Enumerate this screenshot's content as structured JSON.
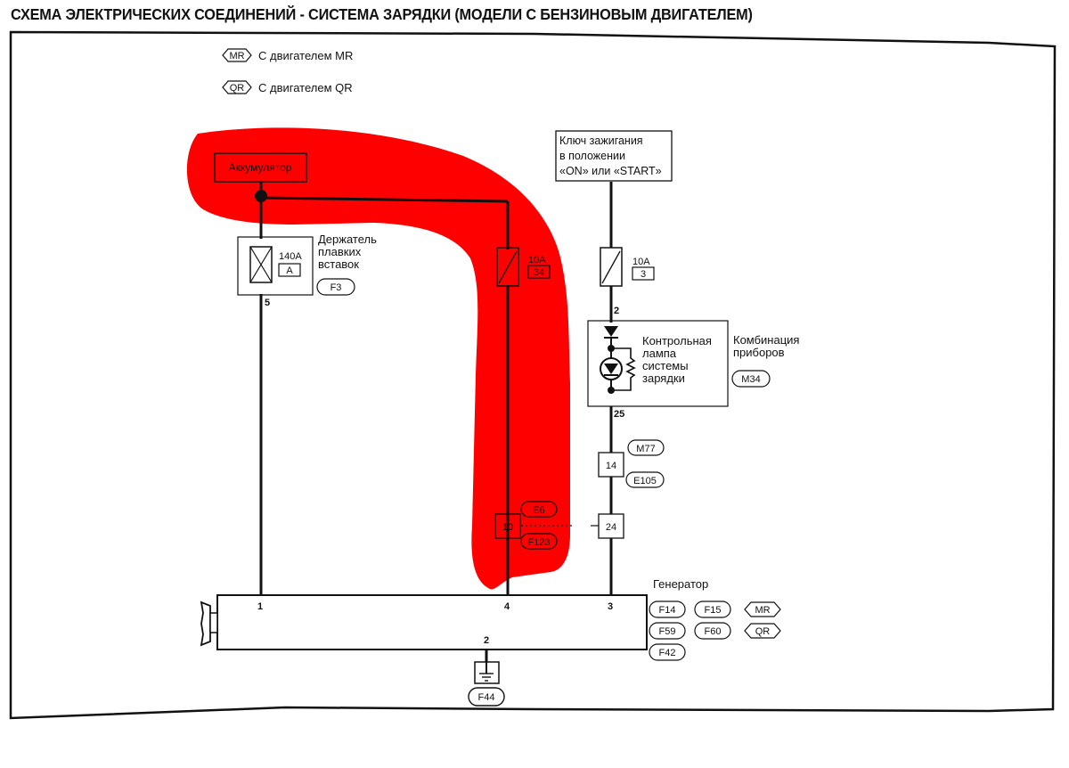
{
  "title": "СХЕМА ЭЛЕКТРИЧЕСКИХ СОЕДИНЕНИЙ - СИСТЕМА ЗАРЯДКИ (МОДЕЛИ С БЕНЗИНОВЫМ ДВИГАТЕЛЕМ)",
  "legend": [
    {
      "code": "MR",
      "text": "С двигателем MR"
    },
    {
      "code": "QR",
      "text": "С двигателем QR"
    }
  ],
  "highlight_color": "#ff0000",
  "battery": {
    "label": "Аккумулятор"
  },
  "fusible_link_holder": {
    "label_lines": [
      "Держатель",
      "плавких",
      "вставок"
    ],
    "rating": "140A",
    "slot": "A",
    "connector": "F3",
    "pin_out": "5"
  },
  "fuse_34": {
    "rating": "10A",
    "number": "34"
  },
  "ignition": {
    "label_lines": [
      "Ключ зажигания",
      "в положении",
      "«ON» или «START»"
    ]
  },
  "fuse_3": {
    "rating": "10A",
    "number": "3",
    "pin_out": "2"
  },
  "instrument_cluster": {
    "lamp_label_lines": [
      "Контрольная",
      "лампа",
      "системы",
      "зарядки"
    ],
    "cluster_label_lines": [
      "Комбинация",
      "приборов"
    ],
    "connector": "M34",
    "pin_in": "2",
    "pin_out": "25"
  },
  "joint_14": {
    "pin": "14",
    "connector_top": "M77",
    "connector_bottom": "E105"
  },
  "joint_10_24": {
    "pin_left": "10",
    "pin_right": "24",
    "connector_top": "E6",
    "connector_bottom": "F123"
  },
  "generator": {
    "label": "Генератор",
    "pins": [
      "1",
      "4",
      "3",
      "2"
    ],
    "connectors_row1": [
      "F14",
      "F15"
    ],
    "engine_row1": "MR",
    "connectors_row2": [
      "F59",
      "F60"
    ],
    "engine_row2": "QR",
    "connector_row3": "F42"
  },
  "ground": {
    "connector": "F44"
  }
}
